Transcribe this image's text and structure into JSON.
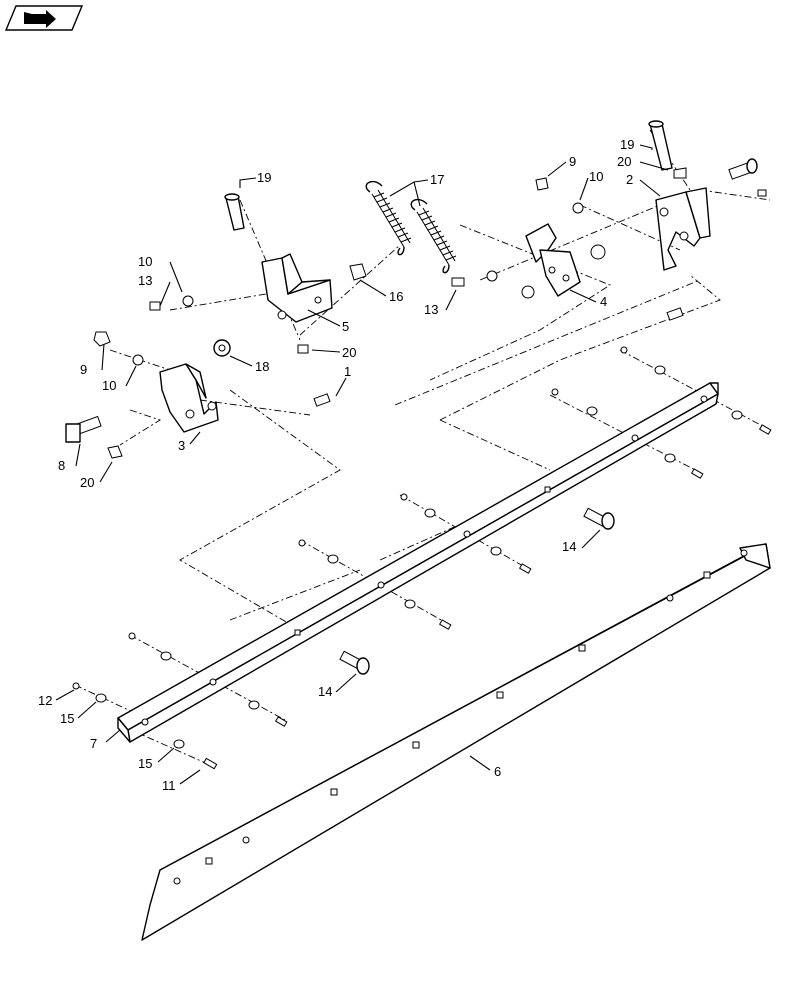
{
  "nav_icon": {
    "name": "nav-arrow-icon"
  },
  "callouts": [
    {
      "id": "c19a",
      "text": "19"
    },
    {
      "id": "c17",
      "text": "17"
    },
    {
      "id": "c9a",
      "text": "9"
    },
    {
      "id": "c10a",
      "text": "10"
    },
    {
      "id": "c19b",
      "text": "19"
    },
    {
      "id": "c20a",
      "text": "20"
    },
    {
      "id": "c2",
      "text": "2"
    },
    {
      "id": "c10b",
      "text": "10"
    },
    {
      "id": "c13a",
      "text": "13"
    },
    {
      "id": "c16",
      "text": "16"
    },
    {
      "id": "c5",
      "text": "5"
    },
    {
      "id": "c20b",
      "text": "20"
    },
    {
      "id": "c13b",
      "text": "13"
    },
    {
      "id": "c4",
      "text": "4"
    },
    {
      "id": "c9b",
      "text": "9"
    },
    {
      "id": "c10c",
      "text": "10"
    },
    {
      "id": "c18",
      "text": "18"
    },
    {
      "id": "c1",
      "text": "1"
    },
    {
      "id": "c3",
      "text": "3"
    },
    {
      "id": "c8",
      "text": "8"
    },
    {
      "id": "c20c",
      "text": "20"
    },
    {
      "id": "c14a",
      "text": "14"
    },
    {
      "id": "c14b",
      "text": "14"
    },
    {
      "id": "c12",
      "text": "12"
    },
    {
      "id": "c15a",
      "text": "15"
    },
    {
      "id": "c7",
      "text": "7"
    },
    {
      "id": "c15b",
      "text": "15"
    },
    {
      "id": "c11",
      "text": "11"
    },
    {
      "id": "c6",
      "text": "6"
    }
  ]
}
